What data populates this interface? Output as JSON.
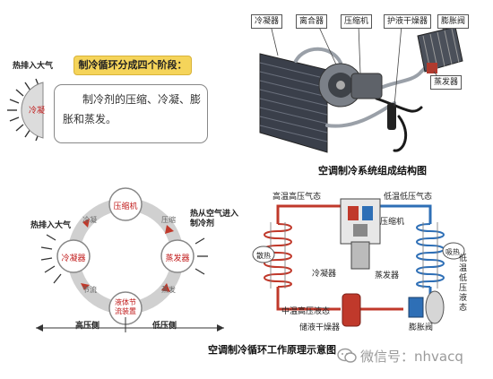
{
  "top_left": {
    "heat_to_air": "热排入大气",
    "condenser_tag": "冷凝",
    "stages_title": "制冷循环分成四个阶段：",
    "stages_text": "制冷剂的压缩、冷凝、膨胀和蒸发。"
  },
  "top_right": {
    "labels": {
      "condenser": "冷凝器",
      "clutch": "离合器",
      "compressor": "压缩机",
      "dryer": "护液干燥器",
      "expansion_valve": "膨胀阀",
      "evaporator": "蒸发器"
    },
    "caption": "空调制冷系统组成结构图"
  },
  "cycle": {
    "heat_out": "热排入大气",
    "heat_in": "热从空气进入制冷剂",
    "nodes": {
      "compressor": "压缩机",
      "condenser": "冷凝器",
      "evaporator": "蒸发器",
      "throttle": "液体节流装置"
    },
    "arc_labels": {
      "compress": "压缩",
      "condense": "冷凝",
      "evaporate": "蒸发",
      "throttle": "节流"
    },
    "high_side": "高压侧",
    "low_side": "低压侧"
  },
  "schematic": {
    "high_temp_high_press_gas": "高温高压气态",
    "low_temp_low_press_gas": "低温低压气态",
    "compressor": "压缩机",
    "heat_release": "散热",
    "heat_absorb": "吸热",
    "condenser": "冷凝器",
    "evaporator": "蒸发器",
    "mid_temp_high_press_liquid": "中温高压液态",
    "low_temp_low_press_liquid": "低温低压液态",
    "dryer": "储液干燥器",
    "expansion_valve": "膨胀阀"
  },
  "bottom_caption": "空调制冷循环工作原理示意图",
  "watermark": "微信号：nhvacq"
}
